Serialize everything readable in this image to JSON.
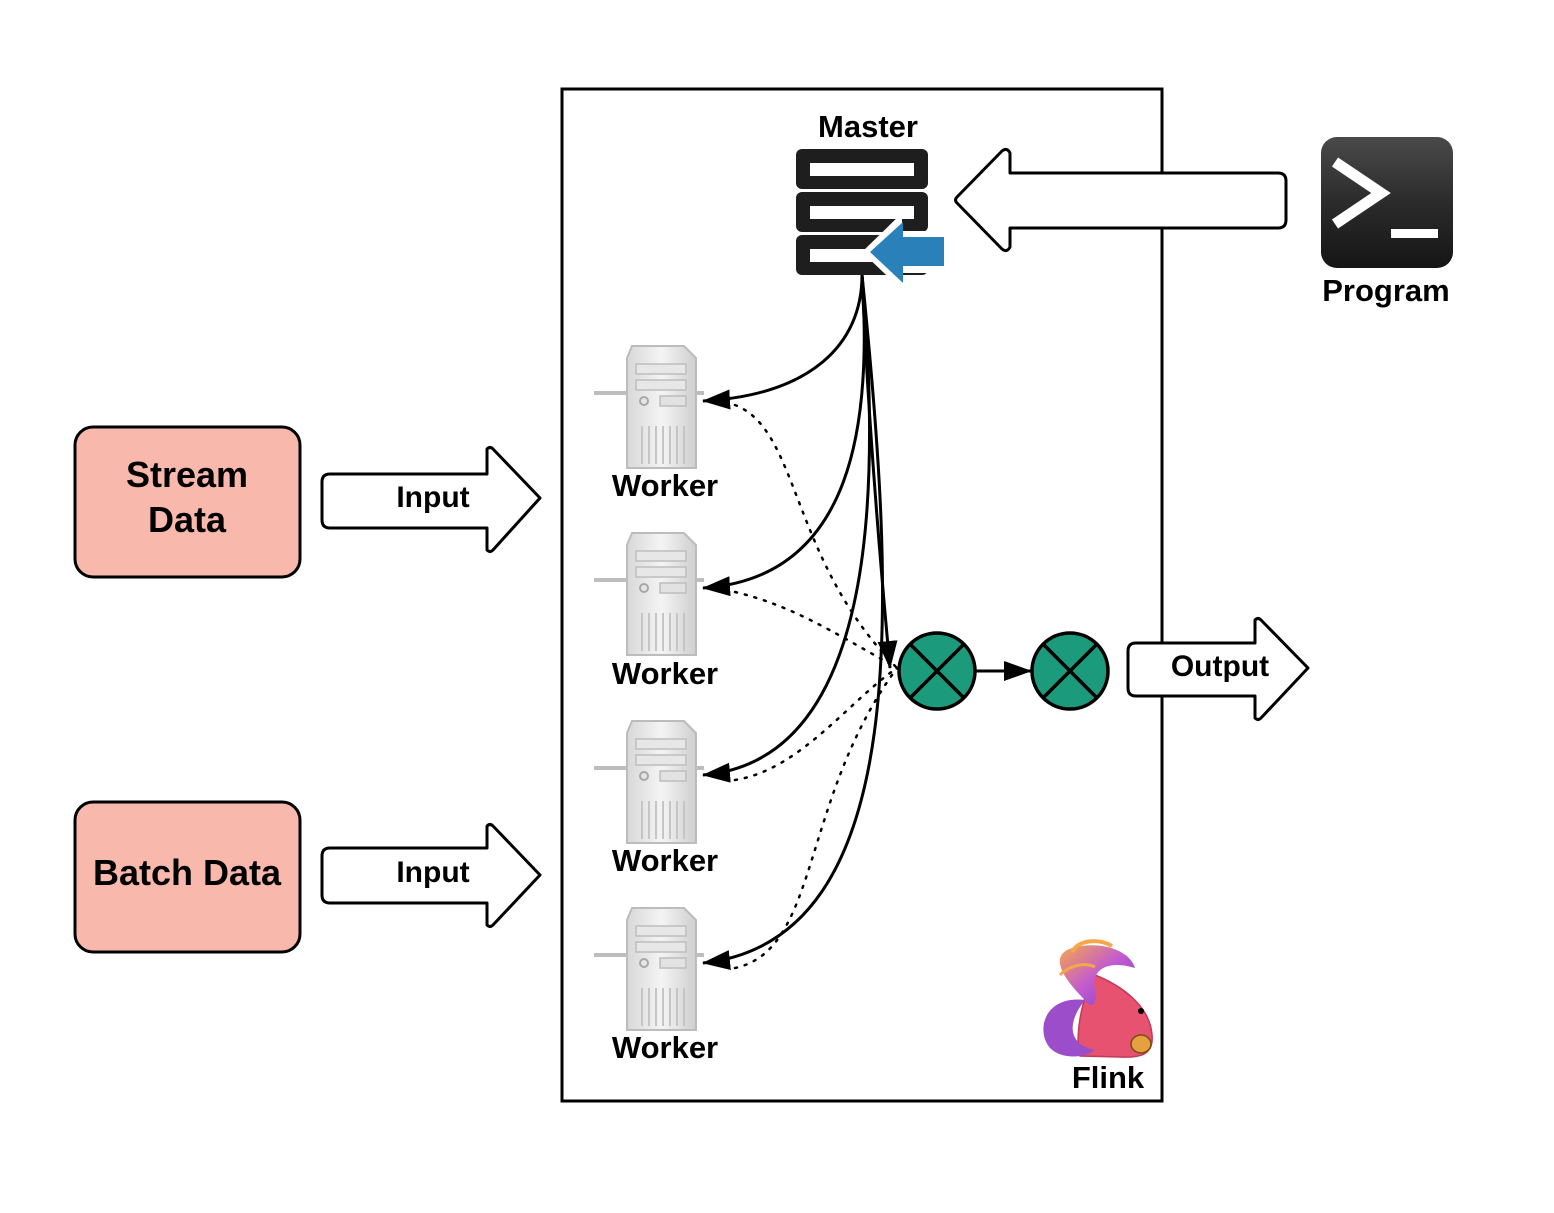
{
  "sources": {
    "stream": {
      "line1": "Stream",
      "line2": "Data"
    },
    "batch": {
      "label": "Batch Data"
    }
  },
  "arrows": {
    "input_stream": "Input",
    "input_batch": "Input",
    "output": "Output"
  },
  "cluster": {
    "master_label": "Master",
    "worker_label": "Worker",
    "workers": [
      "Worker",
      "Worker",
      "Worker",
      "Worker"
    ],
    "brand_label": "Flink"
  },
  "program": {
    "label": "Program"
  },
  "colors": {
    "source_fill": "#f8b8ac",
    "operator_fill": "#1b9a7c",
    "master_blue_arrow": "#2a80b9",
    "terminal_dark": "#2b2b2b",
    "flink_pink": "#e6526f",
    "flink_purple": "#9b4dca",
    "flink_orange": "#f5a74a"
  },
  "icons": {
    "master": "server-stack-icon",
    "worker": "server-tower-icon",
    "program": "terminal-icon",
    "brand": "flink-squirrel-logo",
    "operator": "circle-x-operator-icon"
  }
}
